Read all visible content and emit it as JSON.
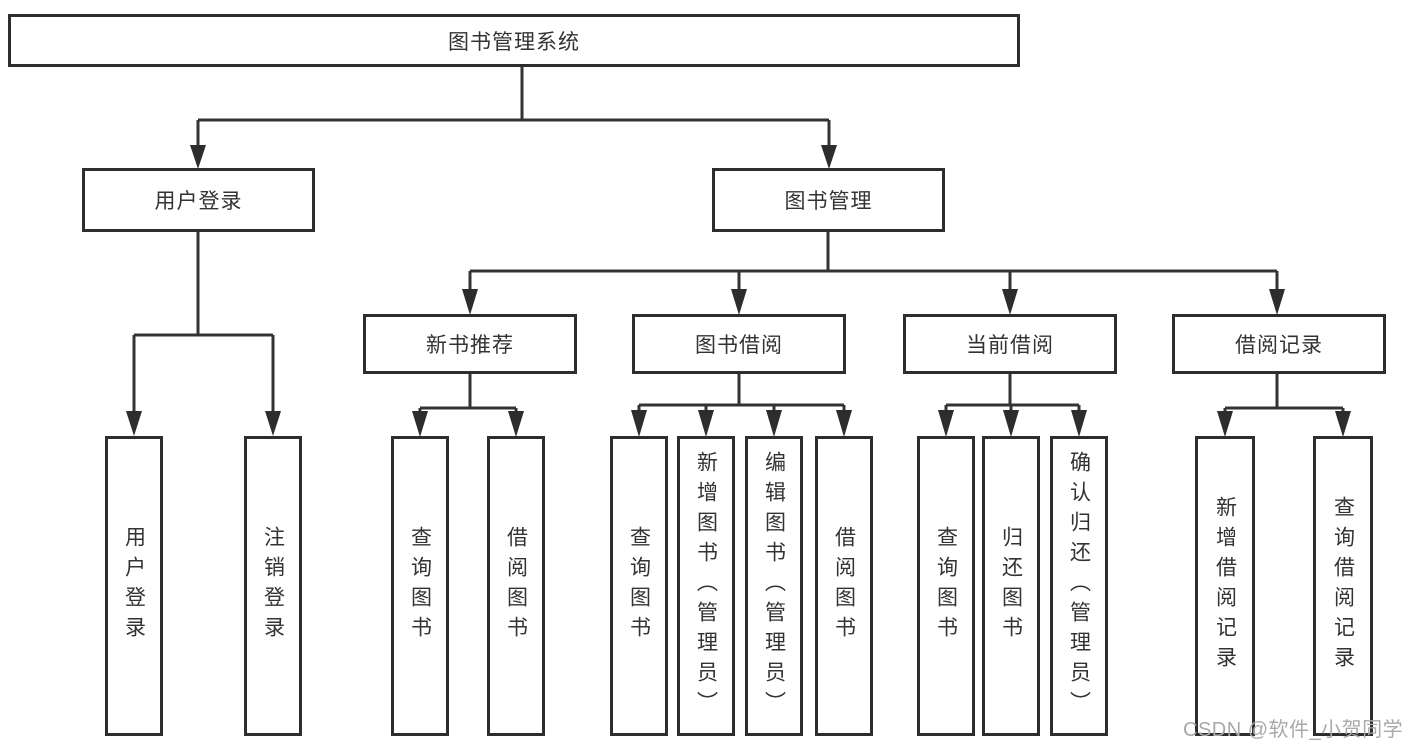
{
  "watermark": {
    "text": "CSDN @软件_小贺同学"
  },
  "colors": {
    "background": "#ffffff",
    "box_border": "#2d2d2d",
    "connector_line": "#333333",
    "text": "#333333",
    "watermark_text": "#a9a9a9"
  },
  "tree": {
    "label": "图书管理系统",
    "children": [
      {
        "label": "用户登录",
        "children": [
          {
            "label": "用户登录"
          },
          {
            "label": "注销登录"
          }
        ]
      },
      {
        "label": "图书管理",
        "children": [
          {
            "label": "新书推荐",
            "children": [
              {
                "label": "查询图书"
              },
              {
                "label": "借阅图书"
              }
            ]
          },
          {
            "label": "图书借阅",
            "children": [
              {
                "label": "查询图书"
              },
              {
                "label": "新增图书（管理员）"
              },
              {
                "label": "编辑图书（管理员）"
              },
              {
                "label": "借阅图书"
              }
            ]
          },
          {
            "label": "当前借阅",
            "children": [
              {
                "label": "查询图书"
              },
              {
                "label": "归还图书"
              },
              {
                "label": "确认归还（管理员）"
              }
            ]
          },
          {
            "label": "借阅记录",
            "children": [
              {
                "label": "新增借阅记录"
              },
              {
                "label": "查询借阅记录"
              }
            ]
          }
        ]
      }
    ]
  }
}
